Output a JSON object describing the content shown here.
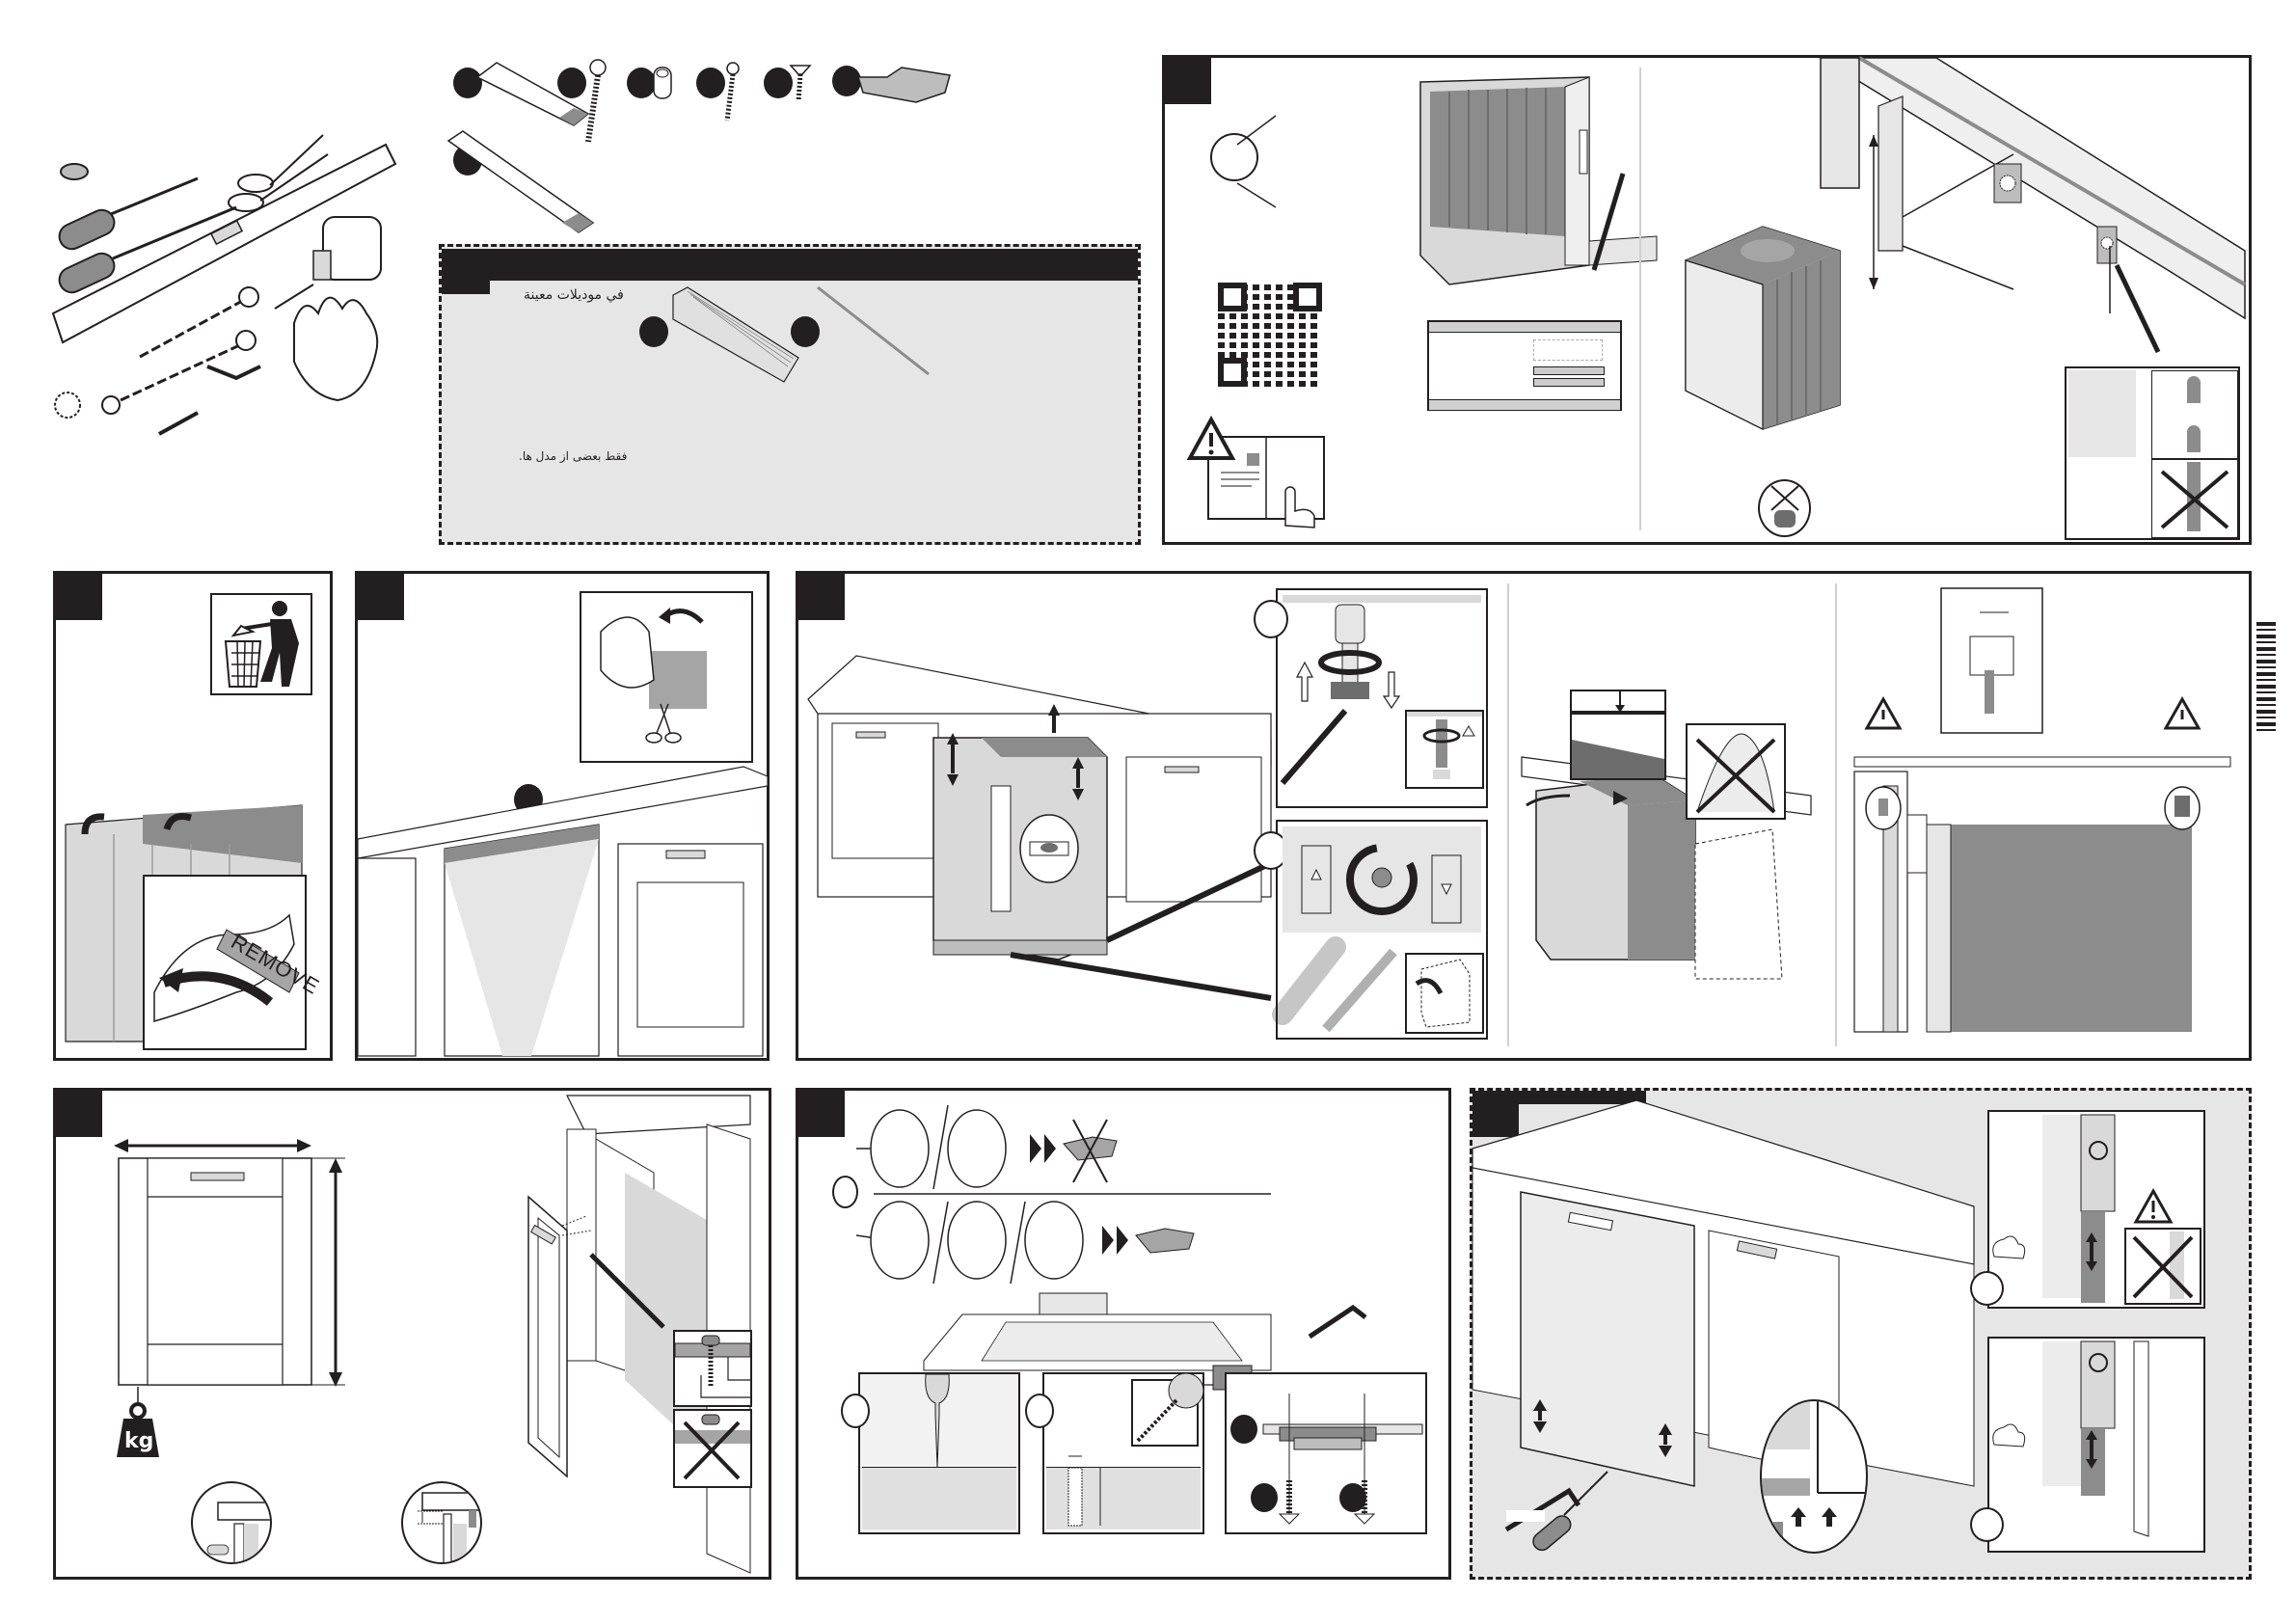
{
  "document": {
    "type": "dishwasher installation instructions (pictogram sheet)",
    "colors": {
      "ink": "#231f20",
      "panel_gray": "#e6e6e6",
      "part_gray": "#8c8c8c",
      "light_gray": "#d9d9d9"
    }
  },
  "tools_section": {
    "icons": [
      "pliers-icon",
      "screwdriver-flat-icon",
      "screwdriver-phillips-icon",
      "scissors-icon",
      "spirit-level-icon",
      "tape-measure-icon",
      "spanner-icon",
      "gloves-icon",
      "hex-key-icon",
      "drill-bit-icon"
    ]
  },
  "parts_section": {
    "parts": [
      "adhesive-strip-short",
      "long-screw",
      "spacer-sleeve",
      "screw-medium",
      "countersunk-screw",
      "mounting-bracket",
      "adhesive-strip-long"
    ]
  },
  "optional_box": {
    "note_arabic_1": "في موديلات معينة",
    "note_arabic_2": "فقط بعضی از مدل ها.",
    "parts": [
      "vapour-protection-plate",
      "steam-strip"
    ]
  },
  "panel_remove": {
    "label": "REMOVE"
  },
  "panel_front": {
    "weight_label": "kg"
  }
}
